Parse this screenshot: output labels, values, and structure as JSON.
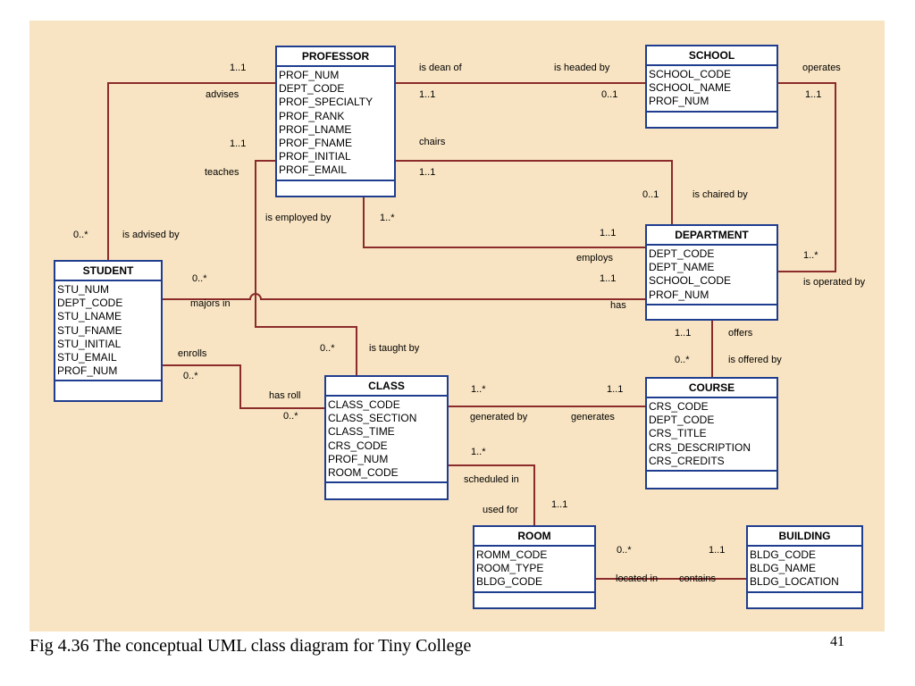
{
  "entities": {
    "professor": {
      "name": "PROFESSOR",
      "attributes": [
        "PROF_NUM",
        "DEPT_CODE",
        "PROF_SPECIALTY",
        "PROF_RANK",
        "PROF_LNAME",
        "PROF_FNAME",
        "PROF_INITIAL",
        "PROF_EMAIL"
      ]
    },
    "school": {
      "name": "SCHOOL",
      "attributes": [
        "SCHOOL_CODE",
        "SCHOOL_NAME",
        "PROF_NUM"
      ]
    },
    "department": {
      "name": "DEPARTMENT",
      "attributes": [
        "DEPT_CODE",
        "DEPT_NAME",
        "SCHOOL_CODE",
        "PROF_NUM"
      ]
    },
    "student": {
      "name": "STUDENT",
      "attributes": [
        "STU_NUM",
        "DEPT_CODE",
        "STU_LNAME",
        "STU_FNAME",
        "STU_INITIAL",
        "STU_EMAIL",
        "PROF_NUM"
      ]
    },
    "class": {
      "name": "CLASS",
      "attributes": [
        "CLASS_CODE",
        "CLASS_SECTION",
        "CLASS_TIME",
        "CRS_CODE",
        "PROF_NUM",
        "ROOM_CODE"
      ]
    },
    "course": {
      "name": "COURSE",
      "attributes": [
        "CRS_CODE",
        "DEPT_CODE",
        "CRS_TITLE",
        "CRS_DESCRIPTION",
        "CRS_CREDITS"
      ]
    },
    "room": {
      "name": "ROOM",
      "attributes": [
        "ROMM_CODE",
        "ROOM_TYPE",
        "BLDG_CODE"
      ]
    },
    "building": {
      "name": "BUILDING",
      "attributes": [
        "BLDG_CODE",
        "BLDG_NAME",
        "BLDG_LOCATION"
      ]
    }
  },
  "relationships": {
    "dean_prof_mult": "1..1",
    "dean_school_mult": "0..1",
    "dean_prof_role": "is dean of",
    "dean_school_role": "is headed by",
    "operates_school_mult": "1..1",
    "operates_dept_mult": "1..*",
    "operates_school_role": "operates",
    "operates_dept_role": "is operated by",
    "chairs_prof_mult": "1..1",
    "chairs_dept_mult": "0..1",
    "chairs_prof_role": "chairs",
    "chairs_dept_role": "is chaired by",
    "employs_prof_mult": "1..*",
    "employs_dept_mult": "1..1",
    "employs_prof_role": "is employed by",
    "employs_dept_role": "employs",
    "advises_prof_mult": "1..1",
    "advises_stu_mult": "0..*",
    "advises_prof_role": "advises",
    "advises_stu_role": "is advised by",
    "teaches_prof_mult": "1..1",
    "teaches_class_mult": "0..*",
    "teaches_prof_role": "teaches",
    "teaches_class_role": "is taught by",
    "majors_stu_mult": "0..*",
    "majors_dept_mult": "1..1",
    "majors_stu_role": "majors in",
    "majors_dept_role": "has",
    "offers_dept_mult": "1..1",
    "offers_course_mult": "0..*",
    "offers_dept_role": "offers",
    "offers_course_role": "is offered by",
    "enrolls_stu_mult": "0..*",
    "enrolls_class_mult": "0..*",
    "enrolls_stu_role": "enrolls",
    "enrolls_class_role": "has roll",
    "generates_class_mult": "1..*",
    "generates_course_mult": "1..1",
    "generates_class_role": "generated by",
    "generates_course_role": "generates",
    "scheduled_class_mult": "1..*",
    "scheduled_room_mult": "1..1",
    "scheduled_class_role": "scheduled in",
    "scheduled_room_role": "used for",
    "located_room_mult": "0..*",
    "located_bldg_mult": "1..1",
    "located_room_role": "located in",
    "located_bldg_role": "contains"
  },
  "caption": "Fig 4.36  The conceptual UML class diagram for Tiny College",
  "page_number": "41",
  "colors": {
    "background": "#f8e4c2",
    "entity_border": "#1f3d8f",
    "connector": "#8b2b2b"
  }
}
